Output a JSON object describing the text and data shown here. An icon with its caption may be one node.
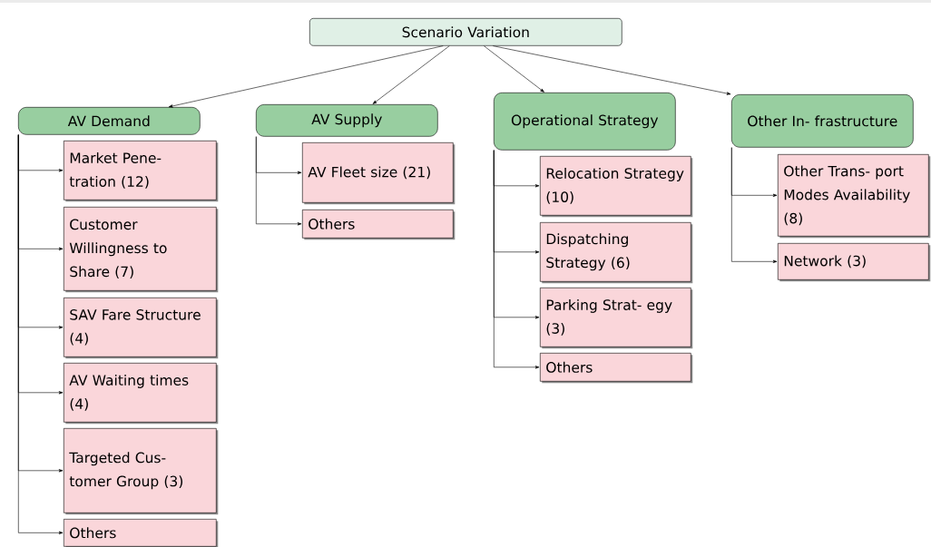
{
  "diagram": {
    "nodes": [
      {
        "text": [
          "Scenario Variation"
        ]
      },
      {
        "text": [
          "AV Demand"
        ]
      },
      {
        "text": [
          "Market Pene- tration (12)"
        ]
      },
      {
        "text": [
          "Customer Willingness to Share (7)"
        ]
      },
      {
        "text": [
          "SAV Fare Structure (4)"
        ]
      },
      {
        "text": [
          "AV Waiting times (4)"
        ]
      },
      {
        "text": [
          "Targeted Cus- tomer Group (3)"
        ]
      },
      {
        "text": [
          "Others"
        ]
      },
      {
        "text": [
          "AV Supply"
        ]
      },
      {
        "text": [
          "AV Fleet size (21)"
        ]
      },
      {
        "text": [
          "Others"
        ]
      },
      {
        "text": [
          "Operational Strategy"
        ]
      },
      {
        "text": [
          "Relocation Strategy (10)"
        ]
      },
      {
        "text": [
          "Dispatching Strategy (6)"
        ]
      },
      {
        "text": [
          "Parking Strat- egy (3)"
        ]
      },
      {
        "text": [
          "Others"
        ]
      },
      {
        "text": [
          "Other In- frastructure"
        ]
      },
      {
        "text": [
          "Other Trans- port Modes Availability (8)"
        ]
      },
      {
        "text": [
          "Network (3)"
        ]
      }
    ],
    "edges": [
      {
        "from": 0,
        "to": 1,
        "arrow": "to"
      },
      {
        "from": 0,
        "to": 8,
        "arrow": "to"
      },
      {
        "from": 0,
        "to": 11,
        "arrow": "to"
      },
      {
        "from": 0,
        "to": 16,
        "arrow": "to"
      },
      {
        "from": 1,
        "to": 2,
        "arrow": "to"
      },
      {
        "from": 1,
        "to": 3,
        "arrow": "to"
      },
      {
        "from": 1,
        "to": 4,
        "arrow": "to"
      },
      {
        "from": 1,
        "to": 5,
        "arrow": "to"
      },
      {
        "from": 1,
        "to": 6,
        "arrow": "to"
      },
      {
        "from": 1,
        "to": 7,
        "arrow": "to"
      },
      {
        "from": 8,
        "to": 9,
        "arrow": "to"
      },
      {
        "from": 8,
        "to": 10,
        "arrow": "to"
      },
      {
        "from": 11,
        "to": 12,
        "arrow": "to"
      },
      {
        "from": 11,
        "to": 13,
        "arrow": "to"
      },
      {
        "from": 11,
        "to": 14,
        "arrow": "to"
      },
      {
        "from": 11,
        "to": 15,
        "arrow": "to"
      },
      {
        "from": 16,
        "to": 17,
        "arrow": "to"
      },
      {
        "from": 16,
        "to": 18,
        "arrow": "to"
      }
    ]
  }
}
